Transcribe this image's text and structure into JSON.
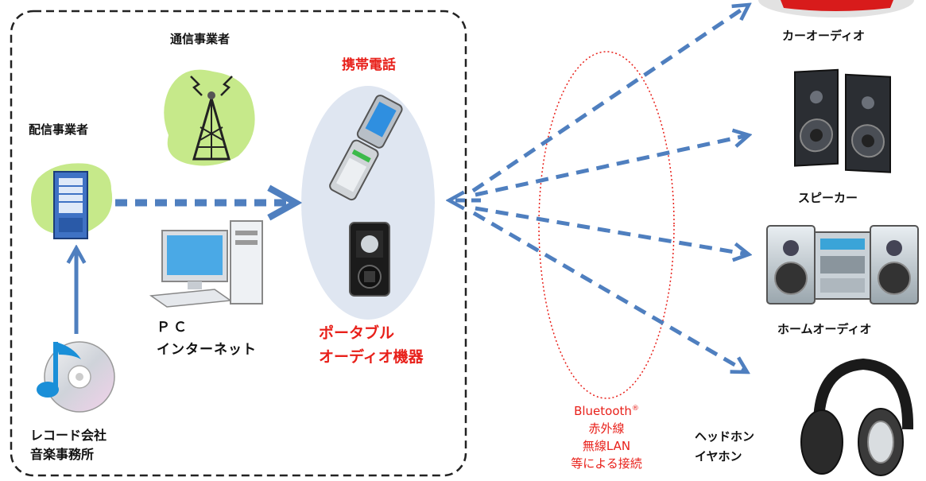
{
  "labels": {
    "telecom": "通信事業者",
    "distributor": "配信事業者",
    "pc": "ＰＣ",
    "internet": "インターネット",
    "record_label": "レコード会社",
    "music_office": "音楽事務所",
    "mobile_phone": "携帯電話",
    "portable_line1": "ポータブル",
    "portable_line2": "オーディオ機器",
    "car_audio": "カーオーディオ",
    "speaker": "スピーカー",
    "home_audio": "ホームオーディオ",
    "headphone": "ヘッドホン",
    "earphone": "イヤホン",
    "bluetooth": "Bluetooth",
    "bluetooth_mark": "®",
    "infrared": "赤外線",
    "wireless_lan": "無線LAN",
    "connection": "等による接続"
  },
  "colors": {
    "arrow_blue": "#4f7fbf",
    "accent_red": "#e8201a",
    "blob_green": "#c6e98a",
    "ellipse_fill": "#dfe6f1"
  }
}
